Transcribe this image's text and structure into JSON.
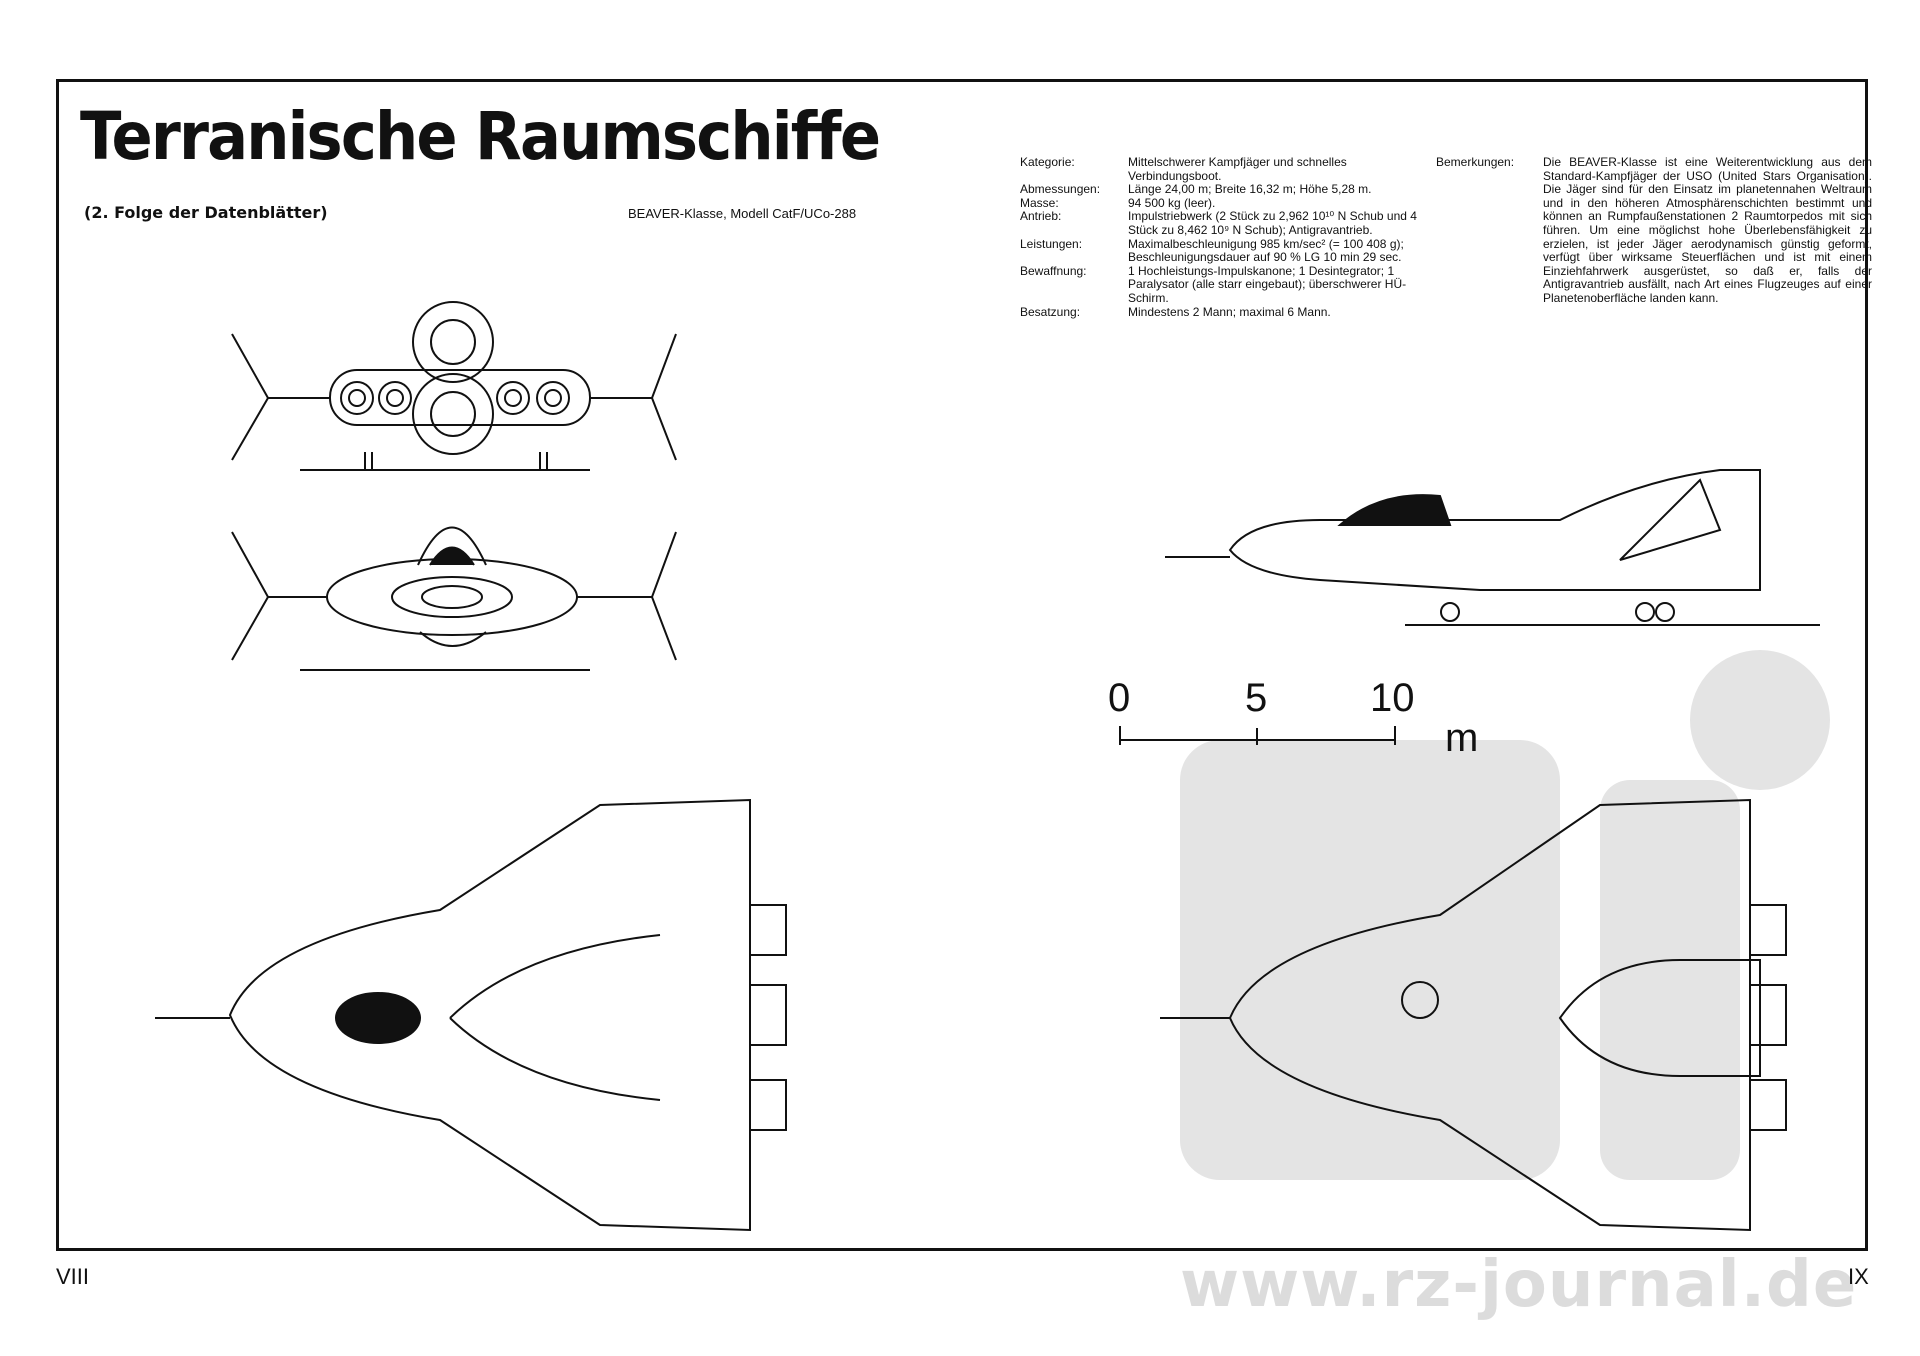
{
  "header": {
    "title": "Terranische Raumschiffe",
    "subtitle": "(2. Folge der Datenblätter)",
    "model": "BEAVER-Klasse, Modell CatF/UCo-288"
  },
  "specs": [
    {
      "key": "Kategorie:",
      "value": "Mittelschwerer Kampfjäger und schnelles Verbindungsboot."
    },
    {
      "key": "Abmessungen:",
      "value": "Länge 24,00 m; Breite 16,32 m; Höhe 5,28 m."
    },
    {
      "key": "Masse:",
      "value": "94 500 kg (leer)."
    },
    {
      "key": "Antrieb:",
      "value": "Impulstriebwerk (2 Stück zu 2,962 10¹⁰ N Schub und 4 Stück zu 8,462 10⁹ N Schub); Antigravantrieb."
    },
    {
      "key": "Leistungen:",
      "value": "Maximalbeschleunigung 985 km/sec² (= 100 408 g); Beschleunigungsdauer auf 90 % LG 10 min 29 sec."
    },
    {
      "key": "Bewaffnung:",
      "value": "1 Hochleistungs-Impulskanone; 1 Desintegrator; 1 Paralysator (alle starr eingebaut); überschwerer HÜ-Schirm."
    },
    {
      "key": "Besatzung:",
      "value": "Mindestens 2 Mann; maximal 6 Mann."
    }
  ],
  "remarks": {
    "key": "Bemerkungen:",
    "value": "Die BEAVER-Klasse ist eine Weiterentwicklung aus dem Standard-Kampfjäger der USO (United Stars Organisation). Die Jäger sind für den Einsatz im planetennahen Weltraum und in den höheren Atmosphärenschichten bestimmt und können an Rumpfaußenstationen 2 Raumtorpedos mit sich führen. Um eine möglichst hohe Überlebensfähigkeit zu erzielen, ist jeder Jäger aerodynamisch günstig geformt, verfügt über wirksame Steuerflächen und ist mit einem Einziehfahrwerk ausgerüstet, so daß er, falls der Antigravantrieb ausfällt, nach Art eines Flugzeuges auf einer Planetenoberfläche landen kann."
  },
  "scale": {
    "labels": [
      "0",
      "5",
      "10"
    ],
    "unit": "m"
  },
  "pages": {
    "left": "VIII",
    "right": "IX"
  },
  "watermark": "www.rz-journal.de"
}
